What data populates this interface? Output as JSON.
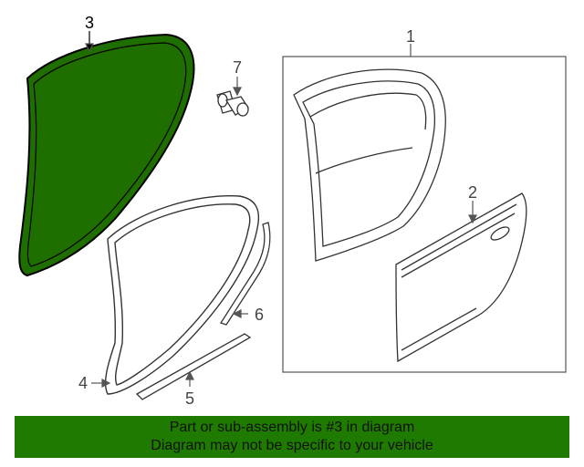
{
  "callouts": {
    "c1": "1",
    "c2": "2",
    "c3": "3",
    "c4": "4",
    "c5": "5",
    "c6": "6",
    "c7": "7"
  },
  "highlight": {
    "part": "3",
    "fill_color": "#1f6e00",
    "outline_color": "#000000"
  },
  "footer": {
    "line1": "Part or sub-assembly is #3 in diagram",
    "line2": "Diagram may not be specific to your vehicle",
    "background_color": "#1f7a00"
  }
}
